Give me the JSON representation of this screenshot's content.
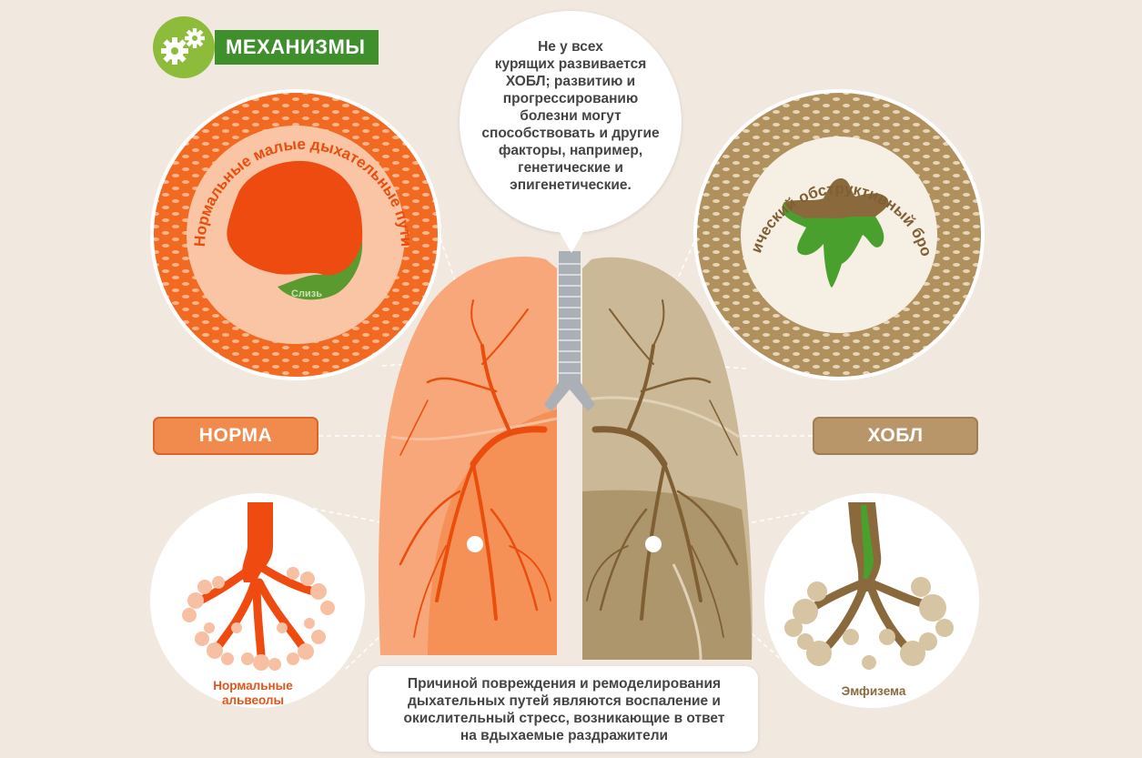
{
  "header": {
    "badge_label": "МЕХАНИЗМЫ",
    "badge_icon": "gears-icon"
  },
  "callout_top": {
    "lines": [
      "Не у всех",
      "курящих развивается",
      "ХОБЛ; развитию и",
      "прогрессированию",
      "болезни могут",
      "способствовать и другие",
      "факторы, например,",
      "генетические и",
      "эпигенетические."
    ]
  },
  "left_airway": {
    "arc_label": "Нормальные малые дыхательные пути",
    "mucus_label": "Слизь"
  },
  "right_airway": {
    "arc_label": "Хронический обструктивный бронхит"
  },
  "tags": {
    "norm": "НОРМА",
    "copd": "ХОБЛ"
  },
  "alveoli_left": {
    "caption_line1": "Нормальные",
    "caption_line2": "альвеолы"
  },
  "alveoli_right": {
    "caption": "Эмфизема"
  },
  "callout_bottom": {
    "lines": [
      "Причиной повреждения и ремоделирования",
      "дыхательных путей являются воспаление и",
      "окислительный стресс, возникающие в ответ",
      "на вдыхаемые раздражители"
    ]
  },
  "colors": {
    "background": "#f1e9e0",
    "normal_orange": "#f26a22",
    "normal_light": "#f7a77a",
    "copd_brown": "#b39a72",
    "copd_dark": "#7f5f33",
    "mucus_green": "#4a9a2c",
    "badge_green": "#3f8f2d"
  }
}
